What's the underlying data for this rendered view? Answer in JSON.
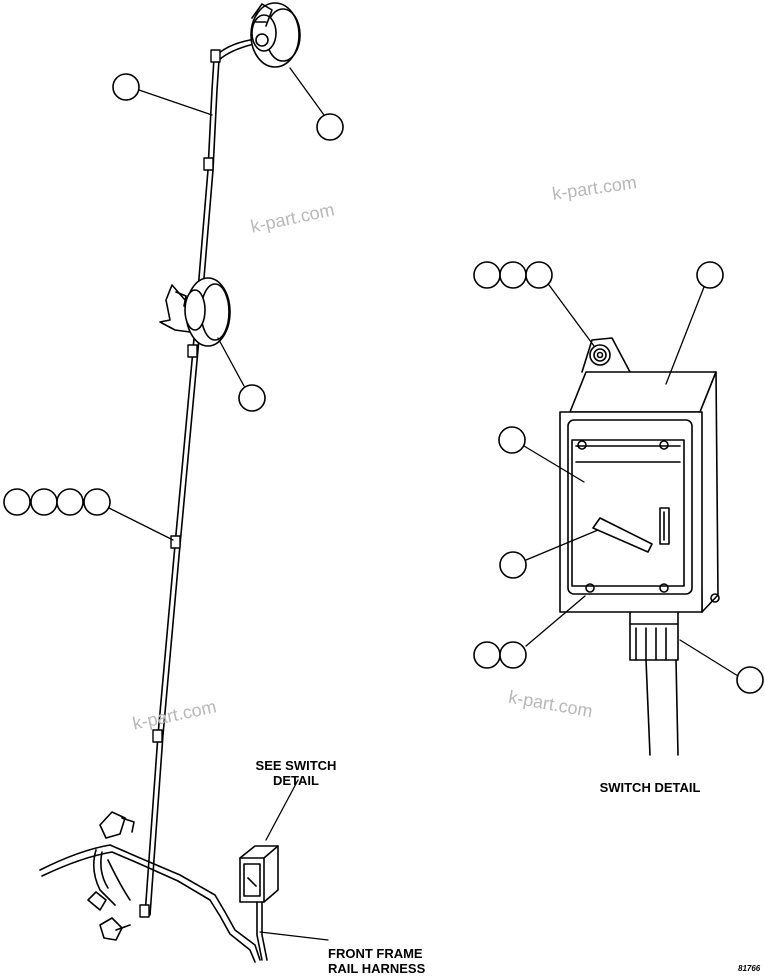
{
  "labels": {
    "see_switch_detail_line1": "SEE SWITCH",
    "see_switch_detail_line2": "DETAIL",
    "front_frame_line1": "FRONT FRAME",
    "front_frame_line2": "RAIL HARNESS",
    "switch_detail": "SWITCH DETAIL"
  },
  "watermark": "k-part.com",
  "drawing_number": "81766",
  "colors": {
    "line": "#000000",
    "watermark": "#b8b8b8",
    "background": "#ffffff"
  }
}
